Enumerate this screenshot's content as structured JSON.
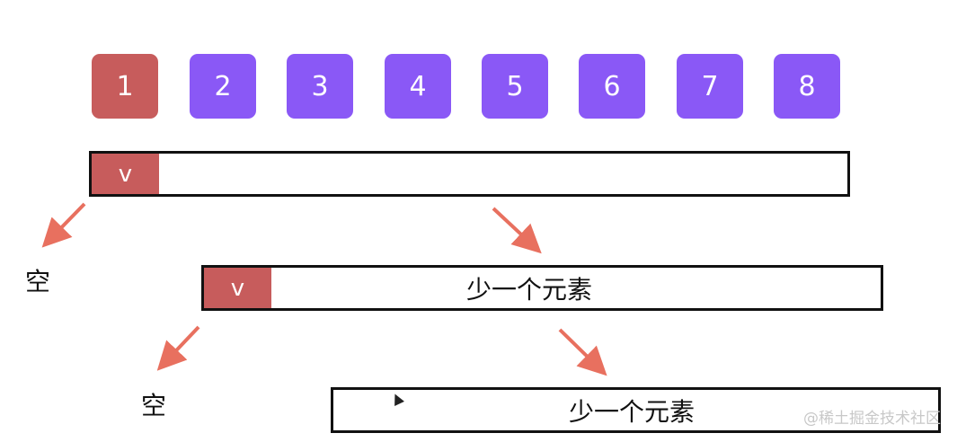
{
  "colors": {
    "pivot": "#c75c5c",
    "tile": "#8a58f6",
    "arrow": "#e8705f",
    "border": "#111111"
  },
  "tiles": [
    {
      "label": "1",
      "pivot": true
    },
    {
      "label": "2",
      "pivot": false
    },
    {
      "label": "3",
      "pivot": false
    },
    {
      "label": "4",
      "pivot": false
    },
    {
      "label": "5",
      "pivot": false
    },
    {
      "label": "6",
      "pivot": false
    },
    {
      "label": "7",
      "pivot": false
    },
    {
      "label": "8",
      "pivot": false
    }
  ],
  "levels": [
    {
      "pivot_label": "v",
      "rest_label": "",
      "empty_label": "空"
    },
    {
      "pivot_label": "v",
      "rest_label": "少一个元素",
      "empty_label": "空"
    },
    {
      "pivot_label": "",
      "rest_label": "少一个元素",
      "empty_label": ""
    }
  ],
  "watermark": "@稀土掘金技术社区",
  "cursor_icon": "cursor-arrow-icon"
}
